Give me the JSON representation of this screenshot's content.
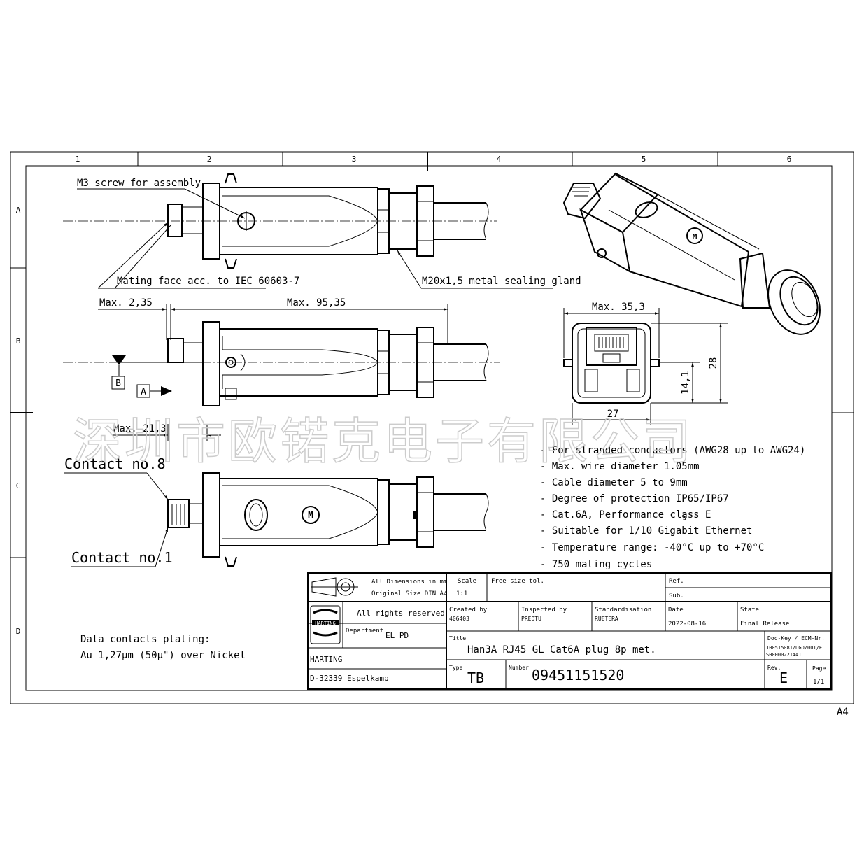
{
  "grid": {
    "columns": [
      "1",
      "2",
      "3",
      "4",
      "5",
      "6"
    ],
    "rows": [
      "A",
      "B",
      "C",
      "D"
    ],
    "format_mark": "A4"
  },
  "watermark": "深圳市欧锘克电子有限公司",
  "annotations": {
    "screw": "M3 screw for assembly",
    "mating_face": "Mating face acc. to IEC 60603-7",
    "gland": "M20x1,5 metal sealing gland",
    "max_2_35": "Max. 2,35",
    "max_95_35": "Max. 95,35",
    "max_21_3": "Max. 21,3",
    "max_35_3": "Max. 35,3",
    "dim_28": "28",
    "dim_14_1": "14,1",
    "dim_27": "27",
    "datum_a": "A",
    "datum_b": "B",
    "contact_8": "Contact no.8",
    "contact_1": "Contact no.1",
    "plating_title": "Data contacts plating:",
    "plating_value": "Au 1,27µm (50µ\") over Nickel"
  },
  "features": [
    "- For stranded conductors (AWG28 up to AWG24)",
    "- Max. wire diameter 1.05mm",
    "- Cable diameter 5 to 9mm",
    "- Degree of protection IP65/IP67",
    "- Cat.6A, Performance class E",
    "- Suitable for 1/10 Gigabit Ethernet",
    "- Temperature range: -40°C up to +70°C",
    "- 750 mating cycles"
  ],
  "features_subscript": "A",
  "title_block": {
    "dimensions_note": "All Dimensions in mm",
    "original_size": "Original Size DIN A4",
    "scale_label": "Scale",
    "scale_value": "1:1",
    "tolerance": "Free size tol.",
    "ref_label": "Ref.",
    "sub_label": "Sub.",
    "rights": "All rights reserved",
    "logo_text": "HARTING",
    "department_label": "Department",
    "department_value": "EL PD",
    "company": "HARTING",
    "address": "D-32339 Espelkamp",
    "created_label": "Created by",
    "created_value": "406403",
    "inspected_label": "Inspected by",
    "inspected_value": "PREOTU",
    "standard_label": "Standardisation",
    "standard_value": "RUETERA",
    "date_label": "Date",
    "date_value": "2022-08-16",
    "state_label": "State",
    "state_value": "Final Release",
    "title_label": "Title",
    "title_value": "Han3A RJ45 GL Cat6A plug 8p met.",
    "dockey_label": "Doc-Key / ECM-Nr.",
    "dockey_line1": "100515081/UGD/001/E",
    "dockey_line2": "S00000221441",
    "type_label": "Type",
    "type_value": "TB",
    "number_label": "Number",
    "number_value": "09451151520",
    "rev_label": "Rev.",
    "rev_value": "E",
    "page_label": "Page",
    "page_value": "1/1"
  }
}
